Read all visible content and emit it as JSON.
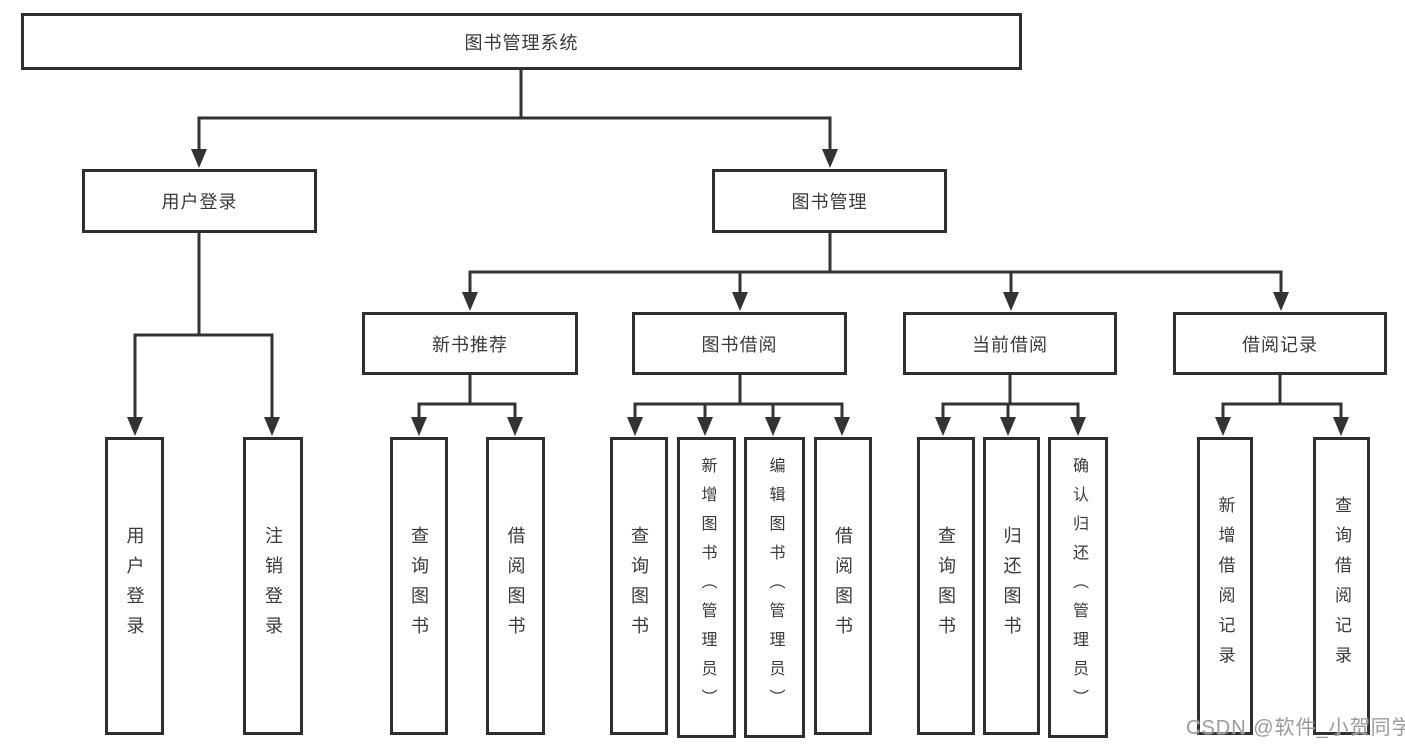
{
  "diagram_type": "hierarchy-diagram",
  "watermark": "CSDN @软件_小贺同学",
  "colors": {
    "line": "#333333",
    "box_border": "#2f2f2f",
    "text": "#3a3a3a",
    "background": "#ffffff",
    "watermark": "#9b9b9b"
  },
  "tree": {
    "label": "图书管理系统",
    "children": [
      {
        "label": "用户登录",
        "children": [
          {
            "label": "用户登录"
          },
          {
            "label": "注销登录"
          }
        ]
      },
      {
        "label": "图书管理",
        "children": [
          {
            "label": "新书推荐",
            "children": [
              {
                "label": "查询图书"
              },
              {
                "label": "借阅图书"
              }
            ]
          },
          {
            "label": "图书借阅",
            "children": [
              {
                "label": "查询图书"
              },
              {
                "label": "新增图书（管理员）"
              },
              {
                "label": "编辑图书（管理员）"
              },
              {
                "label": "借阅图书"
              }
            ]
          },
          {
            "label": "当前借阅",
            "children": [
              {
                "label": "查询图书"
              },
              {
                "label": "归还图书"
              },
              {
                "label": "确认归还（管理员）"
              }
            ]
          },
          {
            "label": "借阅记录",
            "children": [
              {
                "label": "新增借阅记录"
              },
              {
                "label": "查询借阅记录"
              }
            ]
          }
        ]
      }
    ]
  }
}
